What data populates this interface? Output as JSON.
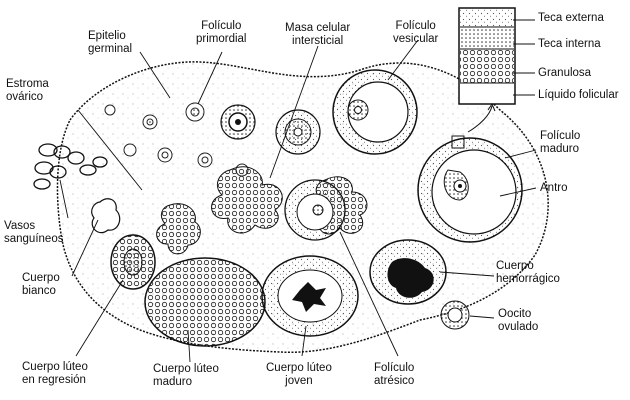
{
  "labels": {
    "epitelio_germinal": "Epitelio\ngerminal",
    "foliculo_primordial": "Folículo\nprimordial",
    "masa_celular": "Masa celular\nintersticial",
    "foliculo_vesicular": "Folículo\nvesicular",
    "estroma_ovarico": "Estroma\novárico",
    "teca_externa": "Teca externa",
    "teca_interna": "Teca interna",
    "granulosa": "Granulosa",
    "liquido_folicular": "Líquido folicular",
    "foliculo_maduro": "Folículo\nmaduro",
    "antro": "Antro",
    "vasos_sanguineos": "Vasos\nsanguíneos",
    "cuerpo_blanco": "Cuerpo\nbianco",
    "cuerpo_hemorragico": "Cuerpo\nhemorrágico",
    "oocito_ovulado": "Oocito\novulado",
    "cuerpo_luteo_regresion": "Cuerpo lúteo\nen regresión",
    "cuerpo_luteo_maduro": "Cuerpo lúteo\nmaduro",
    "cuerpo_luteo_joven": "Cuerpo lúteo\njoven",
    "foliculo_atresico": "Folículo\natrésico"
  }
}
